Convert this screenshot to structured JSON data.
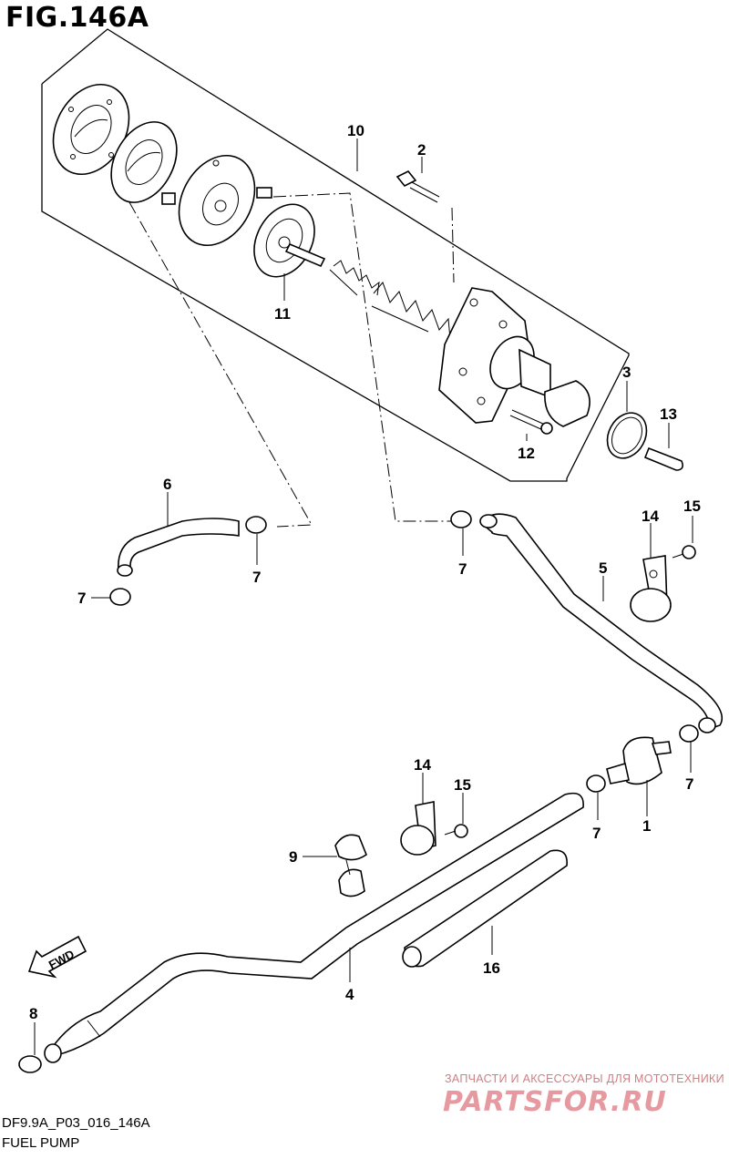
{
  "figure": {
    "title": "FIG.146A",
    "code": "DF9.9A_P03_016_146A",
    "caption": "FUEL PUMP"
  },
  "callouts": [
    {
      "id": "c10",
      "label": "10"
    },
    {
      "id": "c2",
      "label": "2"
    },
    {
      "id": "c11",
      "label": "11"
    },
    {
      "id": "c3",
      "label": "3"
    },
    {
      "id": "c13",
      "label": "13"
    },
    {
      "id": "c12",
      "label": "12"
    },
    {
      "id": "c6",
      "label": "6"
    },
    {
      "id": "c7a",
      "label": "7"
    },
    {
      "id": "c7b",
      "label": "7"
    },
    {
      "id": "c7c",
      "label": "7"
    },
    {
      "id": "c15a",
      "label": "15"
    },
    {
      "id": "c14a",
      "label": "14"
    },
    {
      "id": "c5",
      "label": "5"
    },
    {
      "id": "c14b",
      "label": "14"
    },
    {
      "id": "c15b",
      "label": "15"
    },
    {
      "id": "c9",
      "label": "9"
    },
    {
      "id": "c7d",
      "label": "7"
    },
    {
      "id": "c7e",
      "label": "7"
    },
    {
      "id": "c1",
      "label": "1"
    },
    {
      "id": "c16",
      "label": "16"
    },
    {
      "id": "c4",
      "label": "4"
    },
    {
      "id": "c8",
      "label": "8"
    }
  ],
  "fwd_label": "FWD",
  "watermark": {
    "line1": "ЗАПЧАСТИ И АКСЕССУАРЫ ДЛЯ МОТОТЕХНИКИ",
    "logo": "PARTSFOR.RU"
  }
}
